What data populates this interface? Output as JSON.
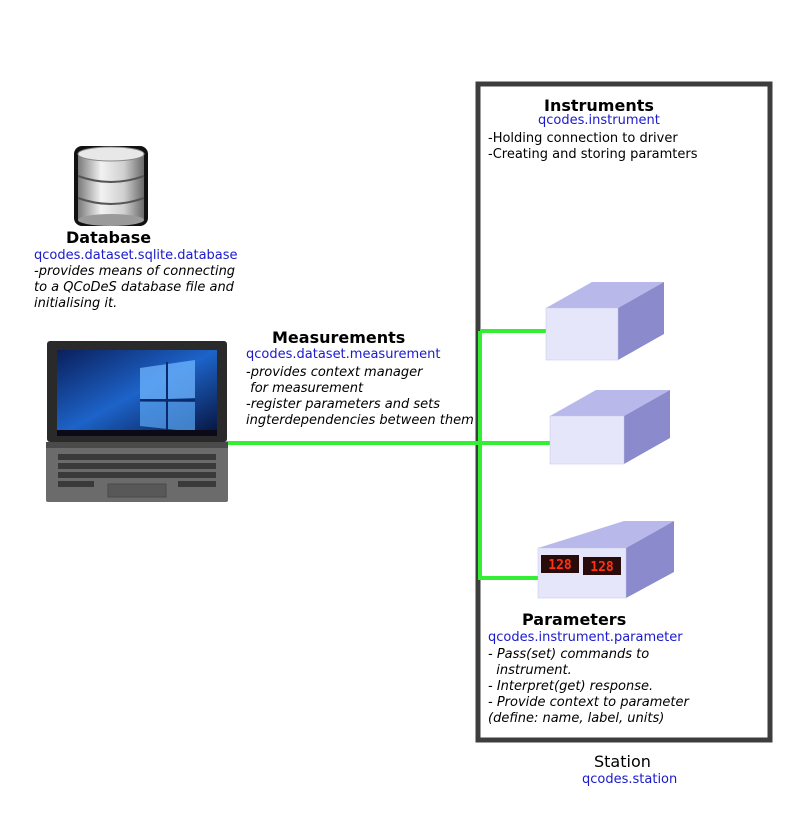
{
  "database": {
    "title": "Database",
    "module": "qcodes.dataset.sqlite.database",
    "description": "-provides means of connecting\nto a QCoDeS database file and\ninitialising it."
  },
  "measurements": {
    "title": "Measurements",
    "module": "qcodes.dataset.measurement",
    "description": "-provides context manager\n for measurement\n-register parameters and sets\ningterdependencies between them"
  },
  "instruments": {
    "title": "Instruments",
    "module": "qcodes.instrument",
    "description": "-Holding connection to driver\n-Creating and storing paramters"
  },
  "parameters": {
    "title": "Parameters",
    "module": "qcodes.instrument.parameter",
    "description": "- Pass(set) commands to\n  instrument.\n- Interpret(get) response.\n- Provide context to parameter\n(define: name, label, units)"
  },
  "station": {
    "label": "Station",
    "module": "qcodes.station"
  },
  "instrument_display": {
    "readout_left": "128",
    "readout_right": "128"
  },
  "colors": {
    "connector": "#33ee33",
    "module_text": "#1a1acc",
    "station_border": "#3d3d3d",
    "box_front": "#e6e6fa",
    "box_top": "#b8b8ea",
    "box_side": "#8a8acc",
    "display_red": "#ff3311"
  }
}
